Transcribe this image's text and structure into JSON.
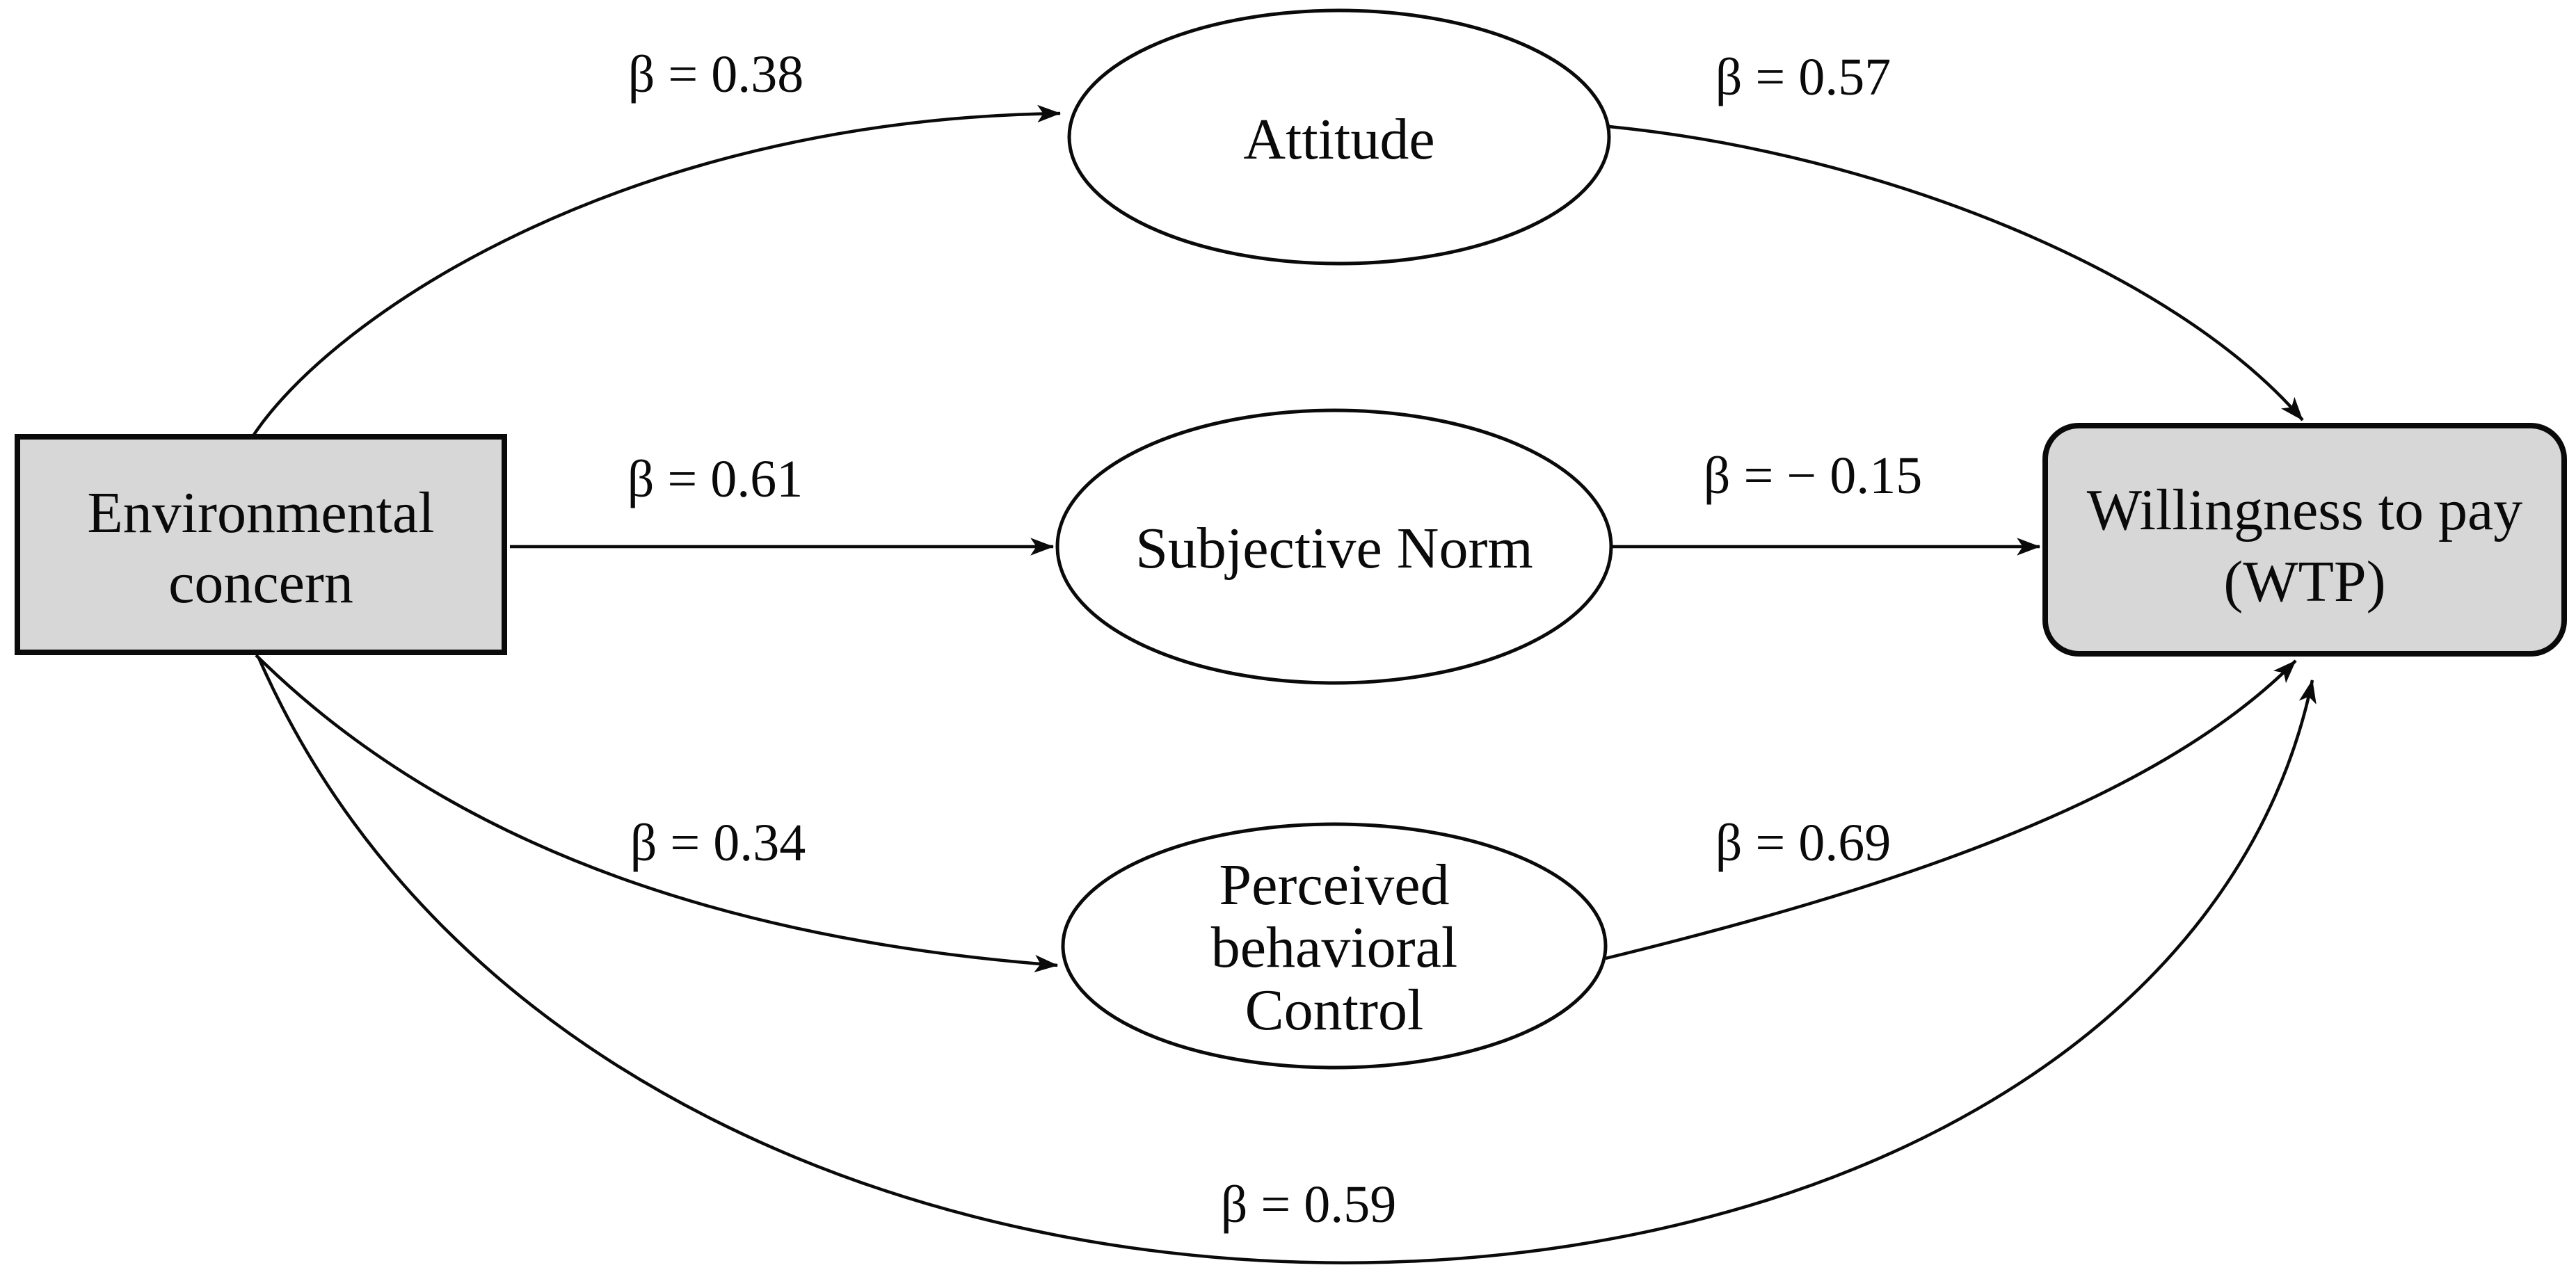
{
  "figure": {
    "type": "structural-path-diagram",
    "background_color": "#ffffff",
    "colors": {
      "observed_node_fill": "#d7d7d7",
      "latent_node_fill": "#ffffff",
      "stroke": "#0a0a0a"
    },
    "nodes": {
      "environmental_concern": {
        "shape": "rectangle",
        "lines": [
          "Environmental",
          "concern"
        ]
      },
      "attitude": {
        "shape": "ellipse",
        "lines": [
          "Attitude"
        ]
      },
      "subjective_norm": {
        "shape": "ellipse",
        "lines": [
          "Subjective Norm"
        ]
      },
      "perceived_behavioral_control": {
        "shape": "ellipse",
        "lines": [
          "Perceived",
          "behavioral",
          "Control"
        ]
      },
      "willingness_to_pay": {
        "shape": "rounded-rectangle",
        "lines": [
          "Willingness to pay",
          "(WTP)"
        ]
      }
    },
    "edges": [
      {
        "from": "environmental_concern",
        "to": "attitude",
        "label": "β = 0.38"
      },
      {
        "from": "attitude",
        "to": "willingness_to_pay",
        "label": "β = 0.57"
      },
      {
        "from": "environmental_concern",
        "to": "subjective_norm",
        "label": "β = 0.61"
      },
      {
        "from": "subjective_norm",
        "to": "willingness_to_pay",
        "label": "β = − 0.15"
      },
      {
        "from": "environmental_concern",
        "to": "perceived_behavioral_control",
        "label": "β = 0.34"
      },
      {
        "from": "perceived_behavioral_control",
        "to": "willingness_to_pay",
        "label": "β = 0.69"
      },
      {
        "from": "environmental_concern",
        "to": "willingness_to_pay",
        "label": "β = 0.59"
      }
    ]
  }
}
